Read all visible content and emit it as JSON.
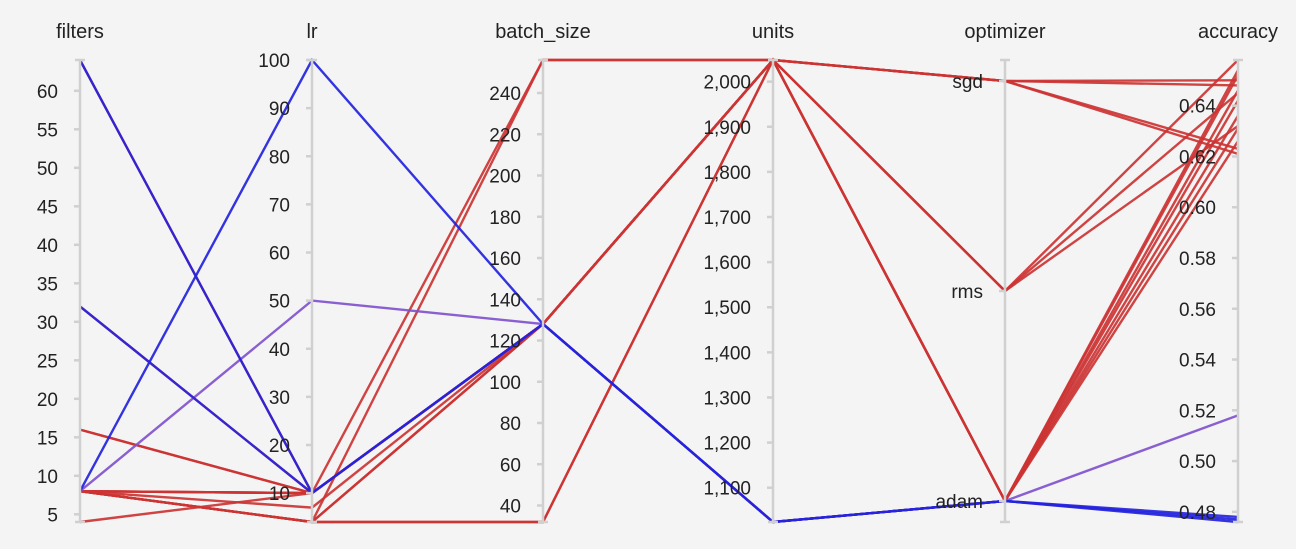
{
  "chart_data": {
    "type": "parallel_coordinates",
    "dimensions": [
      {
        "key": "filters",
        "label": "filters",
        "kind": "numeric",
        "range": [
          4,
          64
        ],
        "ticks": [
          {
            "v": 5,
            "t": "5"
          },
          {
            "v": 10,
            "t": "10"
          },
          {
            "v": 15,
            "t": "15"
          },
          {
            "v": 20,
            "t": "20"
          },
          {
            "v": 25,
            "t": "25"
          },
          {
            "v": 30,
            "t": "30"
          },
          {
            "v": 35,
            "t": "35"
          },
          {
            "v": 40,
            "t": "40"
          },
          {
            "v": 45,
            "t": "45"
          },
          {
            "v": 50,
            "t": "50"
          },
          {
            "v": 55,
            "t": "55"
          },
          {
            "v": 60,
            "t": "60"
          }
        ]
      },
      {
        "key": "lr",
        "label": "lr",
        "kind": "numeric",
        "range": [
          4,
          100
        ],
        "ticks": [
          {
            "v": 10,
            "t": "10"
          },
          {
            "v": 20,
            "t": "20"
          },
          {
            "v": 30,
            "t": "30"
          },
          {
            "v": 40,
            "t": "40"
          },
          {
            "v": 50,
            "t": "50"
          },
          {
            "v": 60,
            "t": "60"
          },
          {
            "v": 70,
            "t": "70"
          },
          {
            "v": 80,
            "t": "80"
          },
          {
            "v": 90,
            "t": "90"
          },
          {
            "v": 100,
            "t": "100"
          }
        ]
      },
      {
        "key": "batch_size",
        "label": "batch_size",
        "kind": "numeric",
        "range": [
          32,
          256
        ],
        "ticks": [
          {
            "v": 40,
            "t": "40"
          },
          {
            "v": 60,
            "t": "60"
          },
          {
            "v": 80,
            "t": "80"
          },
          {
            "v": 100,
            "t": "100"
          },
          {
            "v": 120,
            "t": "120"
          },
          {
            "v": 140,
            "t": "140"
          },
          {
            "v": 160,
            "t": "160"
          },
          {
            "v": 180,
            "t": "180"
          },
          {
            "v": 200,
            "t": "200"
          },
          {
            "v": 220,
            "t": "220"
          },
          {
            "v": 240,
            "t": "240"
          }
        ]
      },
      {
        "key": "units",
        "label": "units",
        "kind": "numeric",
        "range": [
          1024,
          2048
        ],
        "ticks": [
          {
            "v": 1100,
            "t": "1,100"
          },
          {
            "v": 1200,
            "t": "1,200"
          },
          {
            "v": 1300,
            "t": "1,300"
          },
          {
            "v": 1400,
            "t": "1,400"
          },
          {
            "v": 1500,
            "t": "1,500"
          },
          {
            "v": 1600,
            "t": "1,600"
          },
          {
            "v": 1700,
            "t": "1,700"
          },
          {
            "v": 1800,
            "t": "1,800"
          },
          {
            "v": 1900,
            "t": "1,900"
          },
          {
            "v": 2000,
            "t": "2,000"
          }
        ]
      },
      {
        "key": "optimizer",
        "label": "optimizer",
        "kind": "categorical",
        "categories": [
          "adam",
          "rms",
          "sgd"
        ],
        "ticks": [
          {
            "v": "sgd",
            "t": "sgd"
          },
          {
            "v": "rms",
            "t": "rms"
          },
          {
            "v": "adam",
            "t": "adam"
          }
        ]
      },
      {
        "key": "accuracy",
        "label": "accuracy",
        "kind": "numeric",
        "range": [
          0.476,
          0.658
        ],
        "ticks": [
          {
            "v": 0.48,
            "t": "0.48"
          },
          {
            "v": 0.5,
            "t": "0.50"
          },
          {
            "v": 0.52,
            "t": "0.52"
          },
          {
            "v": 0.54,
            "t": "0.54"
          },
          {
            "v": 0.56,
            "t": "0.56"
          },
          {
            "v": 0.58,
            "t": "0.58"
          },
          {
            "v": 0.6,
            "t": "0.60"
          },
          {
            "v": 0.62,
            "t": "0.62"
          },
          {
            "v": 0.64,
            "t": "0.64"
          }
        ]
      }
    ],
    "color_scale": {
      "dimension": "accuracy",
      "low": "#2222dd",
      "mid": "#8855cc",
      "high": "#cc3333"
    },
    "records": [
      {
        "filters": 64,
        "lr": 10,
        "batch_size": 256,
        "units": 2048,
        "optimizer": "sgd",
        "accuracy": 0.65
      },
      {
        "filters": 16,
        "lr": 10,
        "batch_size": 128,
        "units": 2048,
        "optimizer": "sgd",
        "accuracy": 0.623
      },
      {
        "filters": 8,
        "lr": 4,
        "batch_size": 256,
        "units": 2048,
        "optimizer": "sgd",
        "accuracy": 0.621
      },
      {
        "filters": 8,
        "lr": 10,
        "batch_size": 128,
        "units": 2048,
        "optimizer": "sgd",
        "accuracy": 0.648
      },
      {
        "filters": 8,
        "lr": 4,
        "batch_size": 32,
        "units": 2048,
        "optimizer": "rms",
        "accuracy": 0.645
      },
      {
        "filters": 8,
        "lr": 10,
        "batch_size": 128,
        "units": 2048,
        "optimizer": "rms",
        "accuracy": 0.632
      },
      {
        "filters": 8,
        "lr": 7,
        "batch_size": 128,
        "units": 2048,
        "optimizer": "rms",
        "accuracy": 0.658
      },
      {
        "filters": 4,
        "lr": 10,
        "batch_size": 128,
        "units": 2048,
        "optimizer": "adam",
        "accuracy": 0.654
      },
      {
        "filters": 8,
        "lr": 4,
        "batch_size": 32,
        "units": 2048,
        "optimizer": "adam",
        "accuracy": 0.642
      },
      {
        "filters": 8,
        "lr": 4,
        "batch_size": 128,
        "units": 1024,
        "optimizer": "adam",
        "accuracy": 0.636
      },
      {
        "filters": 16,
        "lr": 10,
        "batch_size": 128,
        "units": 2048,
        "optimizer": "adam",
        "accuracy": 0.626
      },
      {
        "filters": 8,
        "lr": 4,
        "batch_size": 128,
        "units": 2048,
        "optimizer": "adam",
        "accuracy": 0.631
      },
      {
        "filters": 8,
        "lr": 10,
        "batch_size": 128,
        "units": 1024,
        "optimizer": "adam",
        "accuracy": 0.646
      },
      {
        "filters": 32,
        "lr": 10,
        "batch_size": 128,
        "units": 2048,
        "optimizer": "adam",
        "accuracy": 0.652
      },
      {
        "filters": 8,
        "lr": 50,
        "batch_size": 128,
        "units": 1024,
        "optimizer": "adam",
        "accuracy": 0.518
      },
      {
        "filters": 8,
        "lr": 100,
        "batch_size": 128,
        "units": 1024,
        "optimizer": "adam",
        "accuracy": 0.476
      },
      {
        "filters": 64,
        "lr": 10,
        "batch_size": 128,
        "units": 1024,
        "optimizer": "adam",
        "accuracy": 0.477
      },
      {
        "filters": 32,
        "lr": 10,
        "batch_size": 128,
        "units": 1024,
        "optimizer": "adam",
        "accuracy": 0.478
      }
    ]
  }
}
